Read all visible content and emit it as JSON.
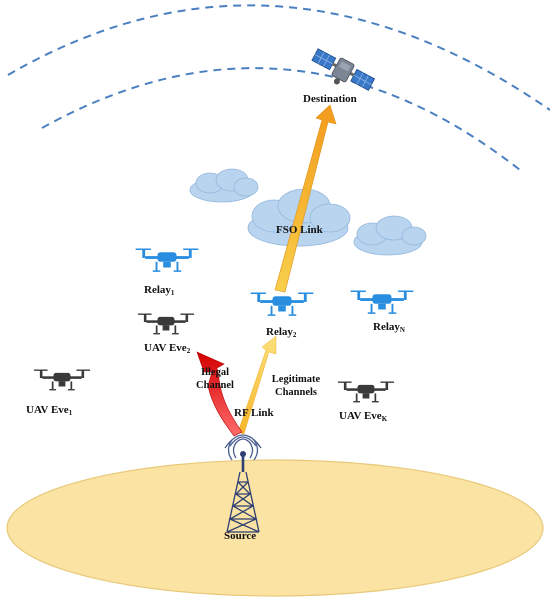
{
  "labels": {
    "destination": "Destination",
    "fso_link": "FSO Link",
    "relay_1": "Relay",
    "relay_1_sub": "1",
    "relay_2": "Relay",
    "relay_2_sub": "2",
    "relay_n": "Relay",
    "relay_n_sub": "N",
    "uav_eve_1": "UAV Eve",
    "uav_eve_1_sub": "1",
    "uav_eve_2": "UAV Eve",
    "uav_eve_2_sub": "2",
    "uav_eve_k": "UAV Eve",
    "uav_eve_k_sub": "K",
    "illegal_channel_line1": "Illegal",
    "illegal_channel_line2": "Channel",
    "legitimate_channels_line1": "Legitimate",
    "legitimate_channels_line2": "Channels",
    "rf_link": "RF Link",
    "source": "Source"
  },
  "colors": {
    "orbit": "#4a7fc0",
    "cloud_fill": "#b9d4ee",
    "cloud_stroke": "#93b8de",
    "ground": "#fbe3a3",
    "ground_stroke": "#e8c979",
    "fso_beam": "#f6a623",
    "legit_beam": "#f8cf4a",
    "illegal_arrow": "#e81010",
    "relay_drone": "#2a8ee0",
    "eve_drone": "#3a3a3a",
    "tower": "#2d3f73"
  }
}
